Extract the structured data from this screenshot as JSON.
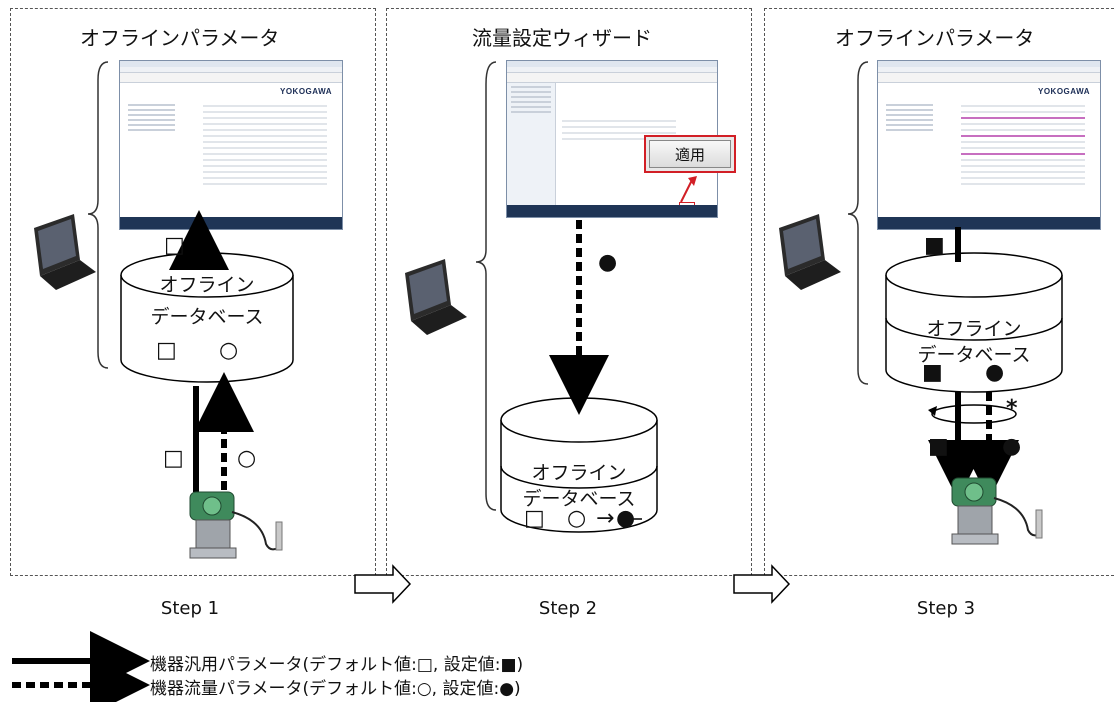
{
  "panels": [
    {
      "title": "オフラインパラメータ",
      "step": "Step 1"
    },
    {
      "title": "流量設定ウィザード",
      "step": "Step 2"
    },
    {
      "title": "オフラインパラメータ",
      "step": "Step 3"
    }
  ],
  "database": {
    "line1": "オフライン",
    "line2": "データベース"
  },
  "software": {
    "logo": "YOKOGAWA"
  },
  "apply_button": "適用",
  "symbols": {
    "open_square": "□",
    "filled_square": "■",
    "open_circle": "○",
    "filled_circle": "●",
    "arrow": "→",
    "asterisk": "*"
  },
  "legend": {
    "solid": "機器汎用パラメータ(デフォルト値:□, 設定値:■)",
    "dashed": "機器流量パラメータ(デフォルト値:○, 設定値:●)"
  },
  "colors": {
    "red_highlight": "#d21f26",
    "device_green": "#3f8a5c"
  }
}
